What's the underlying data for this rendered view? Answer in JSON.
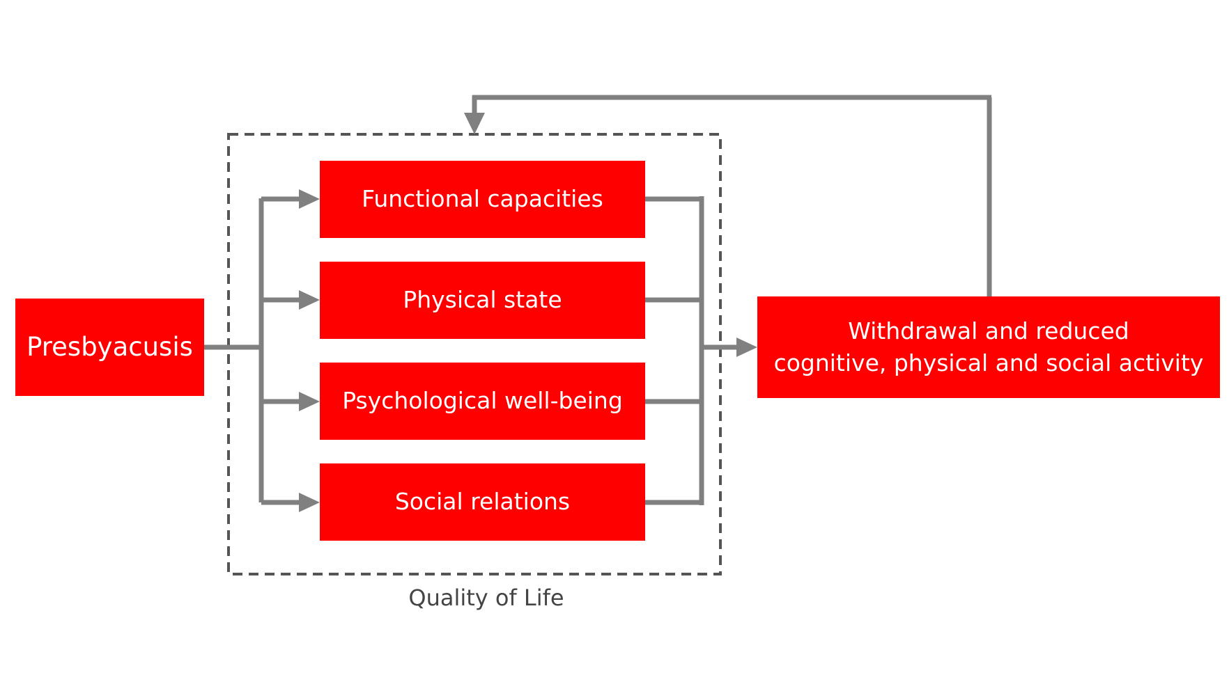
{
  "diagram": {
    "source": {
      "id": "presbyacusis",
      "label": "Presbyacusis"
    },
    "group": {
      "label": "Quality of Life",
      "members": [
        {
          "id": "functional",
          "label": "Functional capacities"
        },
        {
          "id": "physical",
          "label": "Physical state"
        },
        {
          "id": "psychological",
          "label": "Psychological well-being"
        },
        {
          "id": "social",
          "label": "Social relations"
        }
      ]
    },
    "outcome": {
      "id": "withdrawal",
      "label_line1": "Withdrawal and reduced",
      "label_line2": "cognitive, physical and social activity"
    },
    "edges": [
      {
        "from": "presbyacusis",
        "to": "functional"
      },
      {
        "from": "presbyacusis",
        "to": "physical"
      },
      {
        "from": "presbyacusis",
        "to": "psychological"
      },
      {
        "from": "presbyacusis",
        "to": "social"
      },
      {
        "from": "quality-of-life",
        "to": "withdrawal"
      },
      {
        "from": "withdrawal",
        "to": "quality-of-life"
      }
    ],
    "colors": {
      "node_fill": "#fe0000",
      "node_text": "#ffffff",
      "connector": "#808080",
      "group_border": "#555555",
      "group_label": "#444444"
    }
  }
}
